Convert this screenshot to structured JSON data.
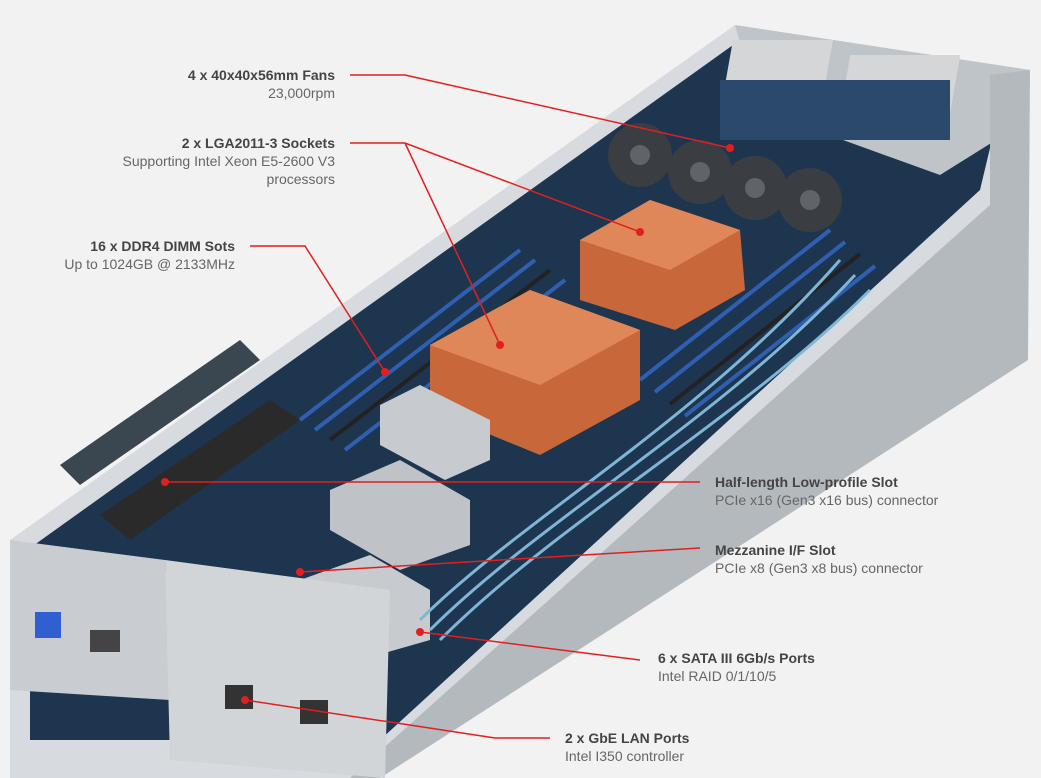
{
  "callouts": [
    {
      "id": "fans",
      "title": "4 x 40x40x56mm Fans",
      "subtitle": "23,000rpm"
    },
    {
      "id": "sockets",
      "title": "2 x LGA2011-3 Sockets",
      "subtitle": "Supporting Intel Xeon E5-2600 V3",
      "subtitle2": "processors"
    },
    {
      "id": "dimm",
      "title": "16 x DDR4 DIMM Sots",
      "subtitle": "Up to 1024GB @ 2133MHz"
    },
    {
      "id": "slot",
      "title": "Half-length Low-profile Slot",
      "subtitle": "PCIe x16 (Gen3 x16 bus) connector"
    },
    {
      "id": "mezz",
      "title": "Mezzanine I/F Slot",
      "subtitle": "PCIe x8 (Gen3 x8 bus) connector"
    },
    {
      "id": "sata",
      "title": "6 x SATA III 6Gb/s Ports",
      "subtitle": "Intel RAID 0/1/10/5"
    },
    {
      "id": "lan",
      "title": "2 x GbE LAN Ports",
      "subtitle": "Intel I350 controller"
    }
  ],
  "colors": {
    "accent_line": "#e02020",
    "chassis": "#c8ccd0",
    "board": "#1f3550",
    "copper": "#c8683a"
  }
}
